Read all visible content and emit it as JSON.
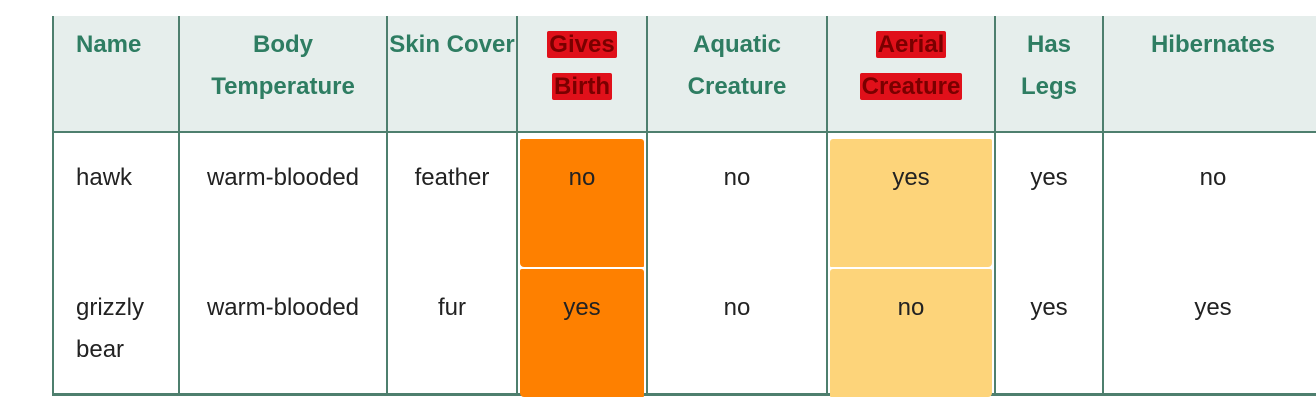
{
  "table": {
    "headers": [
      "Name",
      "Body Temperature",
      "Skin Cover",
      "Gives Birth",
      "Aquatic Creature",
      "Aerial Creature",
      "Has Legs",
      "Hibernates"
    ],
    "rows": [
      {
        "name": "hawk",
        "body_temperature": "warm-blooded",
        "skin_cover": "feather",
        "gives_birth": "no",
        "aquatic_creature": "no",
        "aerial_creature": "yes",
        "has_legs": "yes",
        "hibernates": "no"
      },
      {
        "name": "grizzly bear",
        "body_temperature": "warm-blooded",
        "skin_cover": "fur",
        "gives_birth": "yes",
        "aquatic_creature": "no",
        "aerial_creature": "no",
        "has_legs": "yes",
        "hibernates": "yes"
      }
    ]
  },
  "colors": {
    "header_background": "#e6eeec",
    "header_text": "#2e7d62",
    "border": "#4e7f6e",
    "highlight_red": "#e0101a",
    "highlight_orange": "#fe8000",
    "highlight_yellow": "#fdd47a"
  }
}
